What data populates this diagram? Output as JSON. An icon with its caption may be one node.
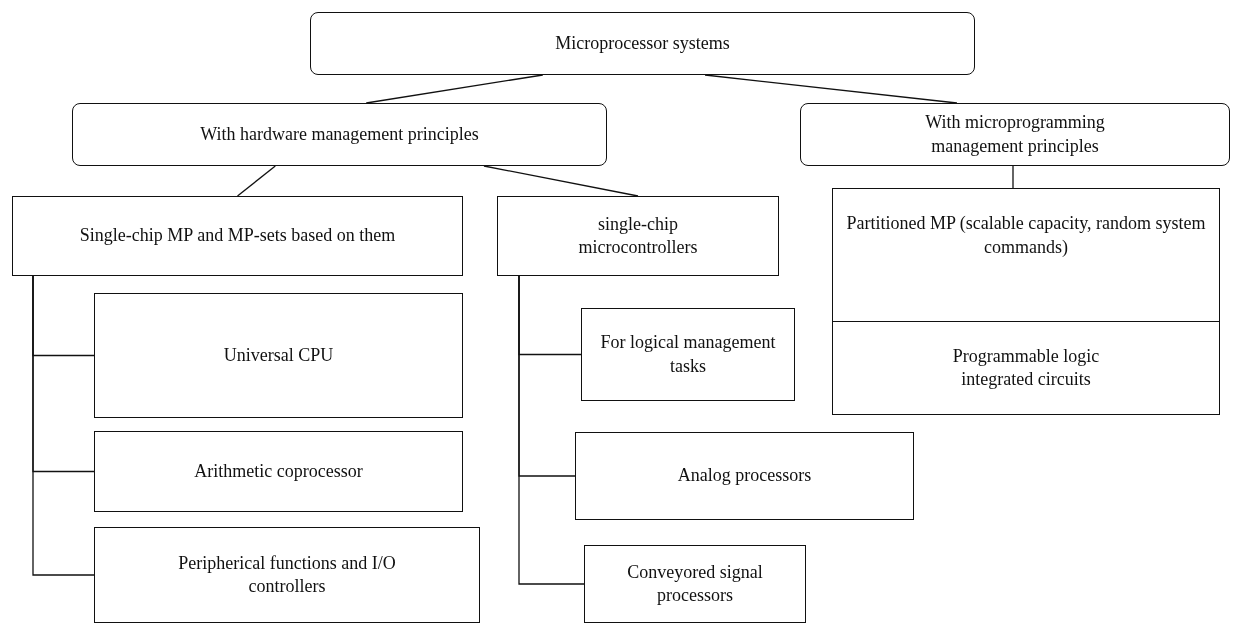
{
  "diagram": {
    "nodes": [
      {
        "text": [
          "Microprocessor systems"
        ]
      },
      {
        "text": [
          "With hardware management principles"
        ]
      },
      {
        "text": [
          "With microprogramming management principles"
        ]
      },
      {
        "text": [
          "Single-chip MP and MP-sets based on them"
        ]
      },
      {
        "text": [
          "single-chip microcontrollers"
        ]
      },
      {
        "text": [
          "Partitioned MP (scalable capacity, random system commands)"
        ]
      },
      {
        "text": [
          "Programmable logic integrated circuits"
        ]
      },
      {
        "text": [
          "Universal CPU"
        ]
      },
      {
        "text": [
          "Arithmetic coprocessor"
        ]
      },
      {
        "text": [
          "Peripherical functions and I/O controllers"
        ]
      },
      {
        "text": [
          "For logical management tasks"
        ]
      },
      {
        "text": [
          "Analog processors"
        ]
      },
      {
        "text": [
          "Conveyored signal processors"
        ]
      }
    ],
    "edges": [
      {
        "from": 0,
        "to": 1,
        "arrow": "none"
      },
      {
        "from": 0,
        "to": 2,
        "arrow": "none"
      },
      {
        "from": 1,
        "to": 3,
        "arrow": "none"
      },
      {
        "from": 1,
        "to": 4,
        "arrow": "none"
      },
      {
        "from": 2,
        "to": 5,
        "arrow": "none"
      },
      {
        "from": 3,
        "to": 7,
        "arrow": "none"
      },
      {
        "from": 3,
        "to": 8,
        "arrow": "none"
      },
      {
        "from": 3,
        "to": 9,
        "arrow": "none"
      },
      {
        "from": 4,
        "to": 10,
        "arrow": "none"
      },
      {
        "from": 4,
        "to": 11,
        "arrow": "none"
      },
      {
        "from": 4,
        "to": 12,
        "arrow": "none"
      }
    ]
  }
}
